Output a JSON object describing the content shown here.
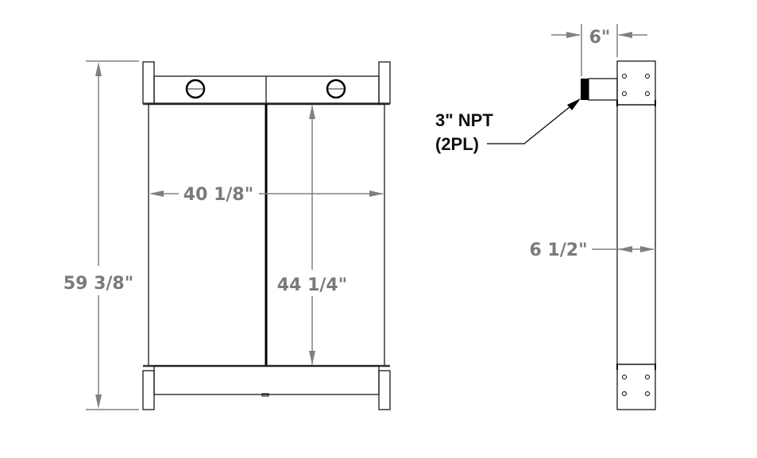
{
  "drawing": {
    "front_view": {
      "overall_height": "59 3/8\"",
      "core_width": "40 1/8\"",
      "core_height": "44 1/4\""
    },
    "side_view": {
      "inlet_offset": "6\"",
      "depth": "6 1/2\"",
      "callout": {
        "line1": "3\" NPT",
        "line2": "(2PL)"
      }
    },
    "colors": {
      "dimension": "#808080",
      "outline": "#1a1a1a",
      "callout": "#111111"
    }
  }
}
